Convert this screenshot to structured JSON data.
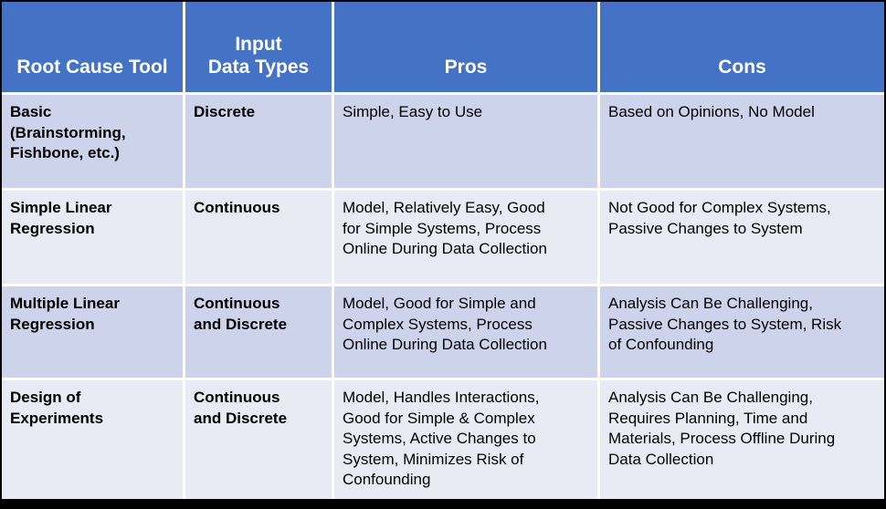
{
  "colors": {
    "header_bg": "#4472C4",
    "header_text": "#FFFFFF",
    "row_odd_bg": "#CDD3EA",
    "row_even_bg": "#E9EBF4",
    "grid_line": "#FFFFFF",
    "frame": "#000000",
    "body_text": "#000000"
  },
  "table": {
    "columns": [
      {
        "id": "tool",
        "label": "Root Cause Tool"
      },
      {
        "id": "input",
        "label": "Input\nData Types"
      },
      {
        "id": "pros",
        "label": "Pros"
      },
      {
        "id": "cons",
        "label": "Cons"
      }
    ],
    "rows": [
      {
        "tool": "Basic\n(Brainstorming,\nFishbone, etc.)",
        "input": "Discrete",
        "pros": "Simple, Easy to Use",
        "cons": "Based on Opinions, No Model"
      },
      {
        "tool": "Simple Linear\nRegression",
        "input": "Continuous",
        "pros": "Model, Relatively Easy, Good\nfor Simple Systems, Process\nOnline During Data Collection",
        "cons": "Not Good for Complex Systems,\nPassive Changes to System"
      },
      {
        "tool": "Multiple Linear\nRegression",
        "input": "Continuous\nand Discrete",
        "pros": "Model, Good for Simple and\nComplex Systems, Process\nOnline During Data Collection",
        "cons": "Analysis Can Be Challenging,\nPassive Changes to System, Risk\nof Confounding"
      },
      {
        "tool": "Design of\nExperiments",
        "input": "Continuous\nand Discrete",
        "pros": "Model, Handles Interactions,\nGood for Simple & Complex\nSystems, Active Changes to\nSystem, Minimizes Risk of\nConfounding",
        "cons": "Analysis Can Be Challenging,\nRequires Planning, Time and\nMaterials, Process Offline During\nData Collection"
      }
    ]
  }
}
